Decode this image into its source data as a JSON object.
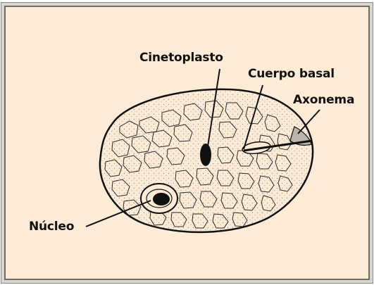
{
  "diagram": {
    "background_color": "#fcebd6",
    "labels": {
      "cinetoplasto": "Cinetoplasto",
      "cuerpo_basal": "Cuerpo basal",
      "axonema": "Axonema",
      "nucleo": "Núcleo"
    }
  }
}
